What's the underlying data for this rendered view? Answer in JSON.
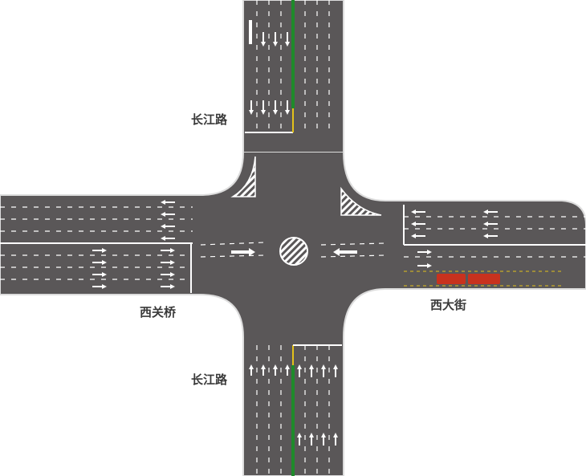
{
  "map": {
    "road_labels": {
      "north": "长江路",
      "south": "长江路",
      "west": "西关桥",
      "east": "西大街"
    },
    "colors": {
      "background": "#ffffff",
      "road": "#5a5758",
      "road_edge": "#dcdcdc",
      "lane_marking": "#ffffff",
      "median_green": "#1e8a2a",
      "curb_yellow": "#e3c21a",
      "vehicle_red": "#c8321e"
    },
    "features": [
      "roundabout-island",
      "channelization-islands",
      "bus-stop",
      "median-strip"
    ]
  }
}
